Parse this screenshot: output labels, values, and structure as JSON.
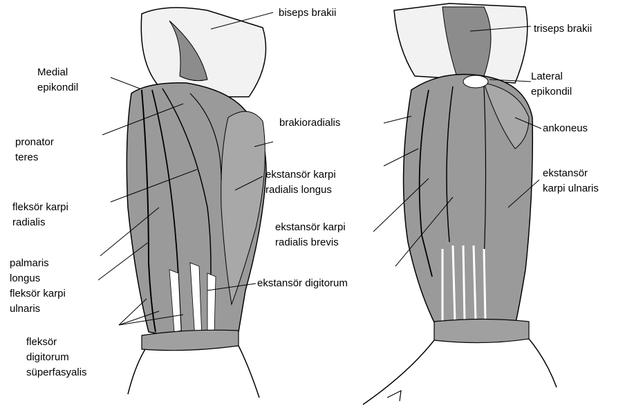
{
  "colors": {
    "muscle": "#9a9a9a",
    "muscle_dark": "#6e6e6e",
    "tendon": "#ffffff",
    "ink": "#000000",
    "skin": "#d9d9d9"
  },
  "labels": {
    "biseps_brakii": "biseps brakii",
    "medial_epikondil": [
      "Medial",
      "epikondil"
    ],
    "pronator_teres": [
      "pronator",
      "teres"
    ],
    "fleksor_karpi_radialis": [
      "fleksör karpi",
      "radialis"
    ],
    "palmaris_longus": [
      "palmaris",
      "longus"
    ],
    "fleksor_karpi_ulnaris": [
      "fleksör karpi",
      "ulnaris"
    ],
    "fleksor_digitorum_superfasyalis": [
      "fleksör",
      "digitorum",
      "süperfasyalis"
    ],
    "brakioradialis": "brakioradialis",
    "ekstansor_karpi_radialis_longus": [
      "ekstansör karpi",
      "radialis longus"
    ],
    "ekstansor_karpi_radialis_brevis": [
      "ekstansör karpi",
      "radialis brevis"
    ],
    "ekstansor_digitorum": "ekstansör digitorum",
    "triseps_brakii": "triseps brakii",
    "lateral_epikondil": [
      "Lateral",
      "epikondil"
    ],
    "ankoneus": "ankoneus",
    "ekstansor_karpi_ulnaris": [
      "ekstansör",
      "karpi ulnaris"
    ]
  }
}
